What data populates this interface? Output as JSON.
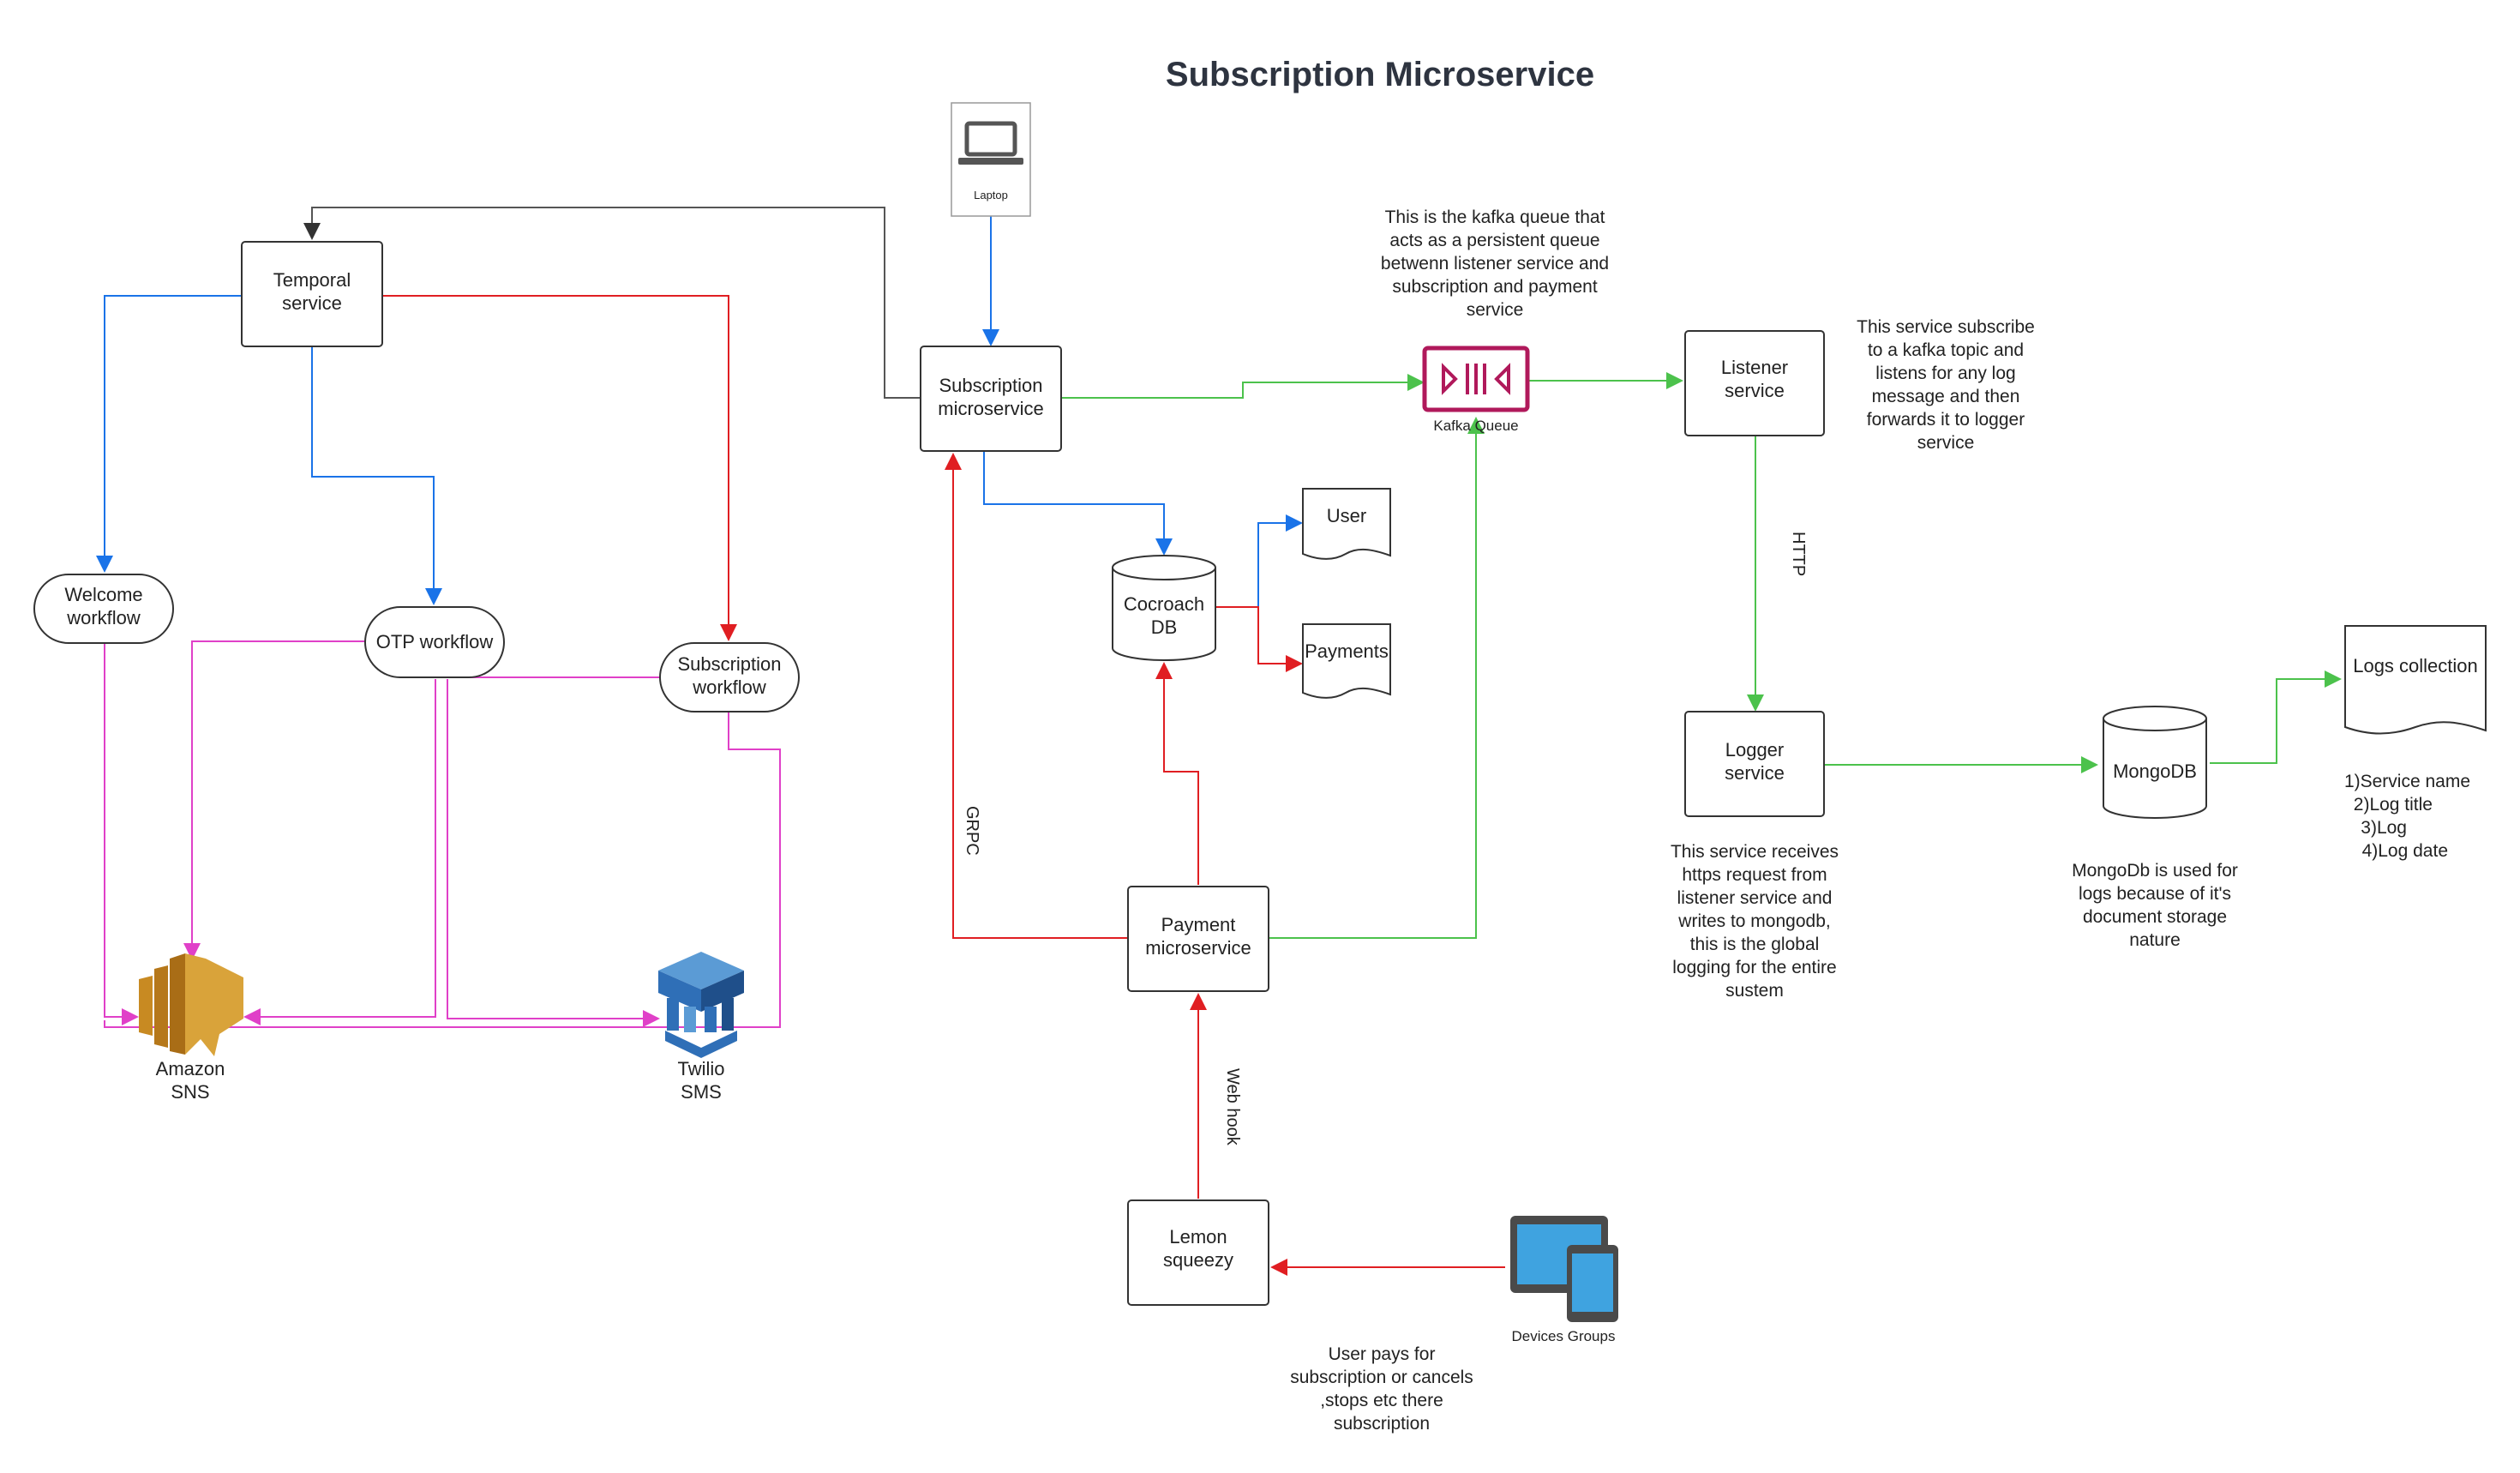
{
  "title": "Subscription Microservice",
  "nodes": {
    "laptop": "Laptop",
    "temporal": [
      "Temporal",
      "service"
    ],
    "subscription_ms": [
      "Subscription",
      "microservice"
    ],
    "kafka": "Kafka Queue",
    "listener": [
      "Listener",
      "service"
    ],
    "welcome": [
      "Welcome",
      "workflow"
    ],
    "otp": "OTP workflow",
    "subscription_wf": [
      "Subscription",
      "workflow"
    ],
    "cockroach": [
      "Cocroach",
      "DB"
    ],
    "user_doc": "User",
    "payments_doc": "Payments",
    "logger": [
      "Logger",
      "service"
    ],
    "mongodb": "MongoDB",
    "logs_collection": "Logs collection",
    "amazon_sns": [
      "Amazon",
      "SNS"
    ],
    "twilio_sms": [
      "Twilio",
      "SMS"
    ],
    "payment_ms": [
      "Payment",
      "microservice"
    ],
    "lemon": [
      "Lemon",
      "squeezy"
    ],
    "devices": "Devices Groups"
  },
  "edge_labels": {
    "http": "HTTP",
    "grpc": "GRPC",
    "webhook": "Web hook"
  },
  "notes": {
    "kafka": [
      "This is the kafka queue that",
      "acts as a persistent queue",
      "betwenn listener service and",
      "subscription and payment",
      "service"
    ],
    "listener": [
      "This service subscribe",
      "to a kafka topic and",
      "listens for any log",
      "message and then",
      "forwards it to logger",
      "service"
    ],
    "logger": [
      "This service receives",
      "https request from",
      "listener service and",
      "writes to  mongodb,",
      "this is the global",
      "logging for the entire",
      "sustem"
    ],
    "mongodb": [
      "MongoDb is used for",
      "logs because of it's",
      "document storage",
      "nature"
    ],
    "logs": [
      "1)Service name",
      "2)Log title",
      "3)Log",
      "4)Log date"
    ],
    "devices": [
      "User pays for",
      "subscription or cancels",
      ",stops  etc there",
      "subscription"
    ]
  },
  "colors": {
    "blue": "#1a73e8",
    "red": "#e01e22",
    "green": "#4cc24c",
    "magenta": "#e040c8",
    "dark": "#333333",
    "kafka": "#b0195b",
    "sns": "#d9a33a",
    "twilio": "#2f6fb7"
  }
}
